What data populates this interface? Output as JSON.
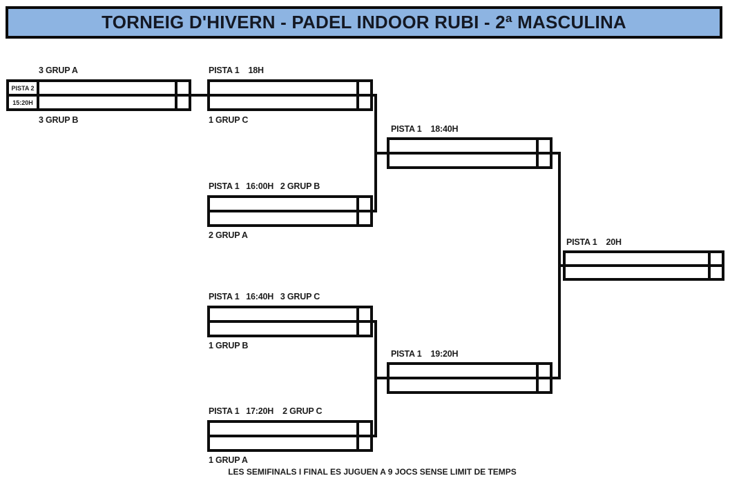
{
  "title": "TORNEIG D'HIVERN - PADEL INDOOR RUBI - 2ª MASCULINA",
  "footnote": "LES SEMIFINALS I FINAL ES JUGUEN A 9 JOCS SENSE LIMIT DE TEMPS",
  "colors": {
    "title_background": "#8DB4E2",
    "title_text": "#141823",
    "bracket_line": "#0D0D0D",
    "label_text": "#1C1C1C",
    "page_background": "#FFFFFF"
  },
  "bracket": {
    "matches": [
      {
        "court": "PISTA 2",
        "time": "15:20H",
        "label_top": "3 GRUP A",
        "label_bottom": "3 GRUP B",
        "team_top": "",
        "team_bottom": "",
        "score_top": "",
        "score_bottom": ""
      },
      {
        "label_top": "PISTA 1    18H",
        "label_bottom": "1 GRUP C",
        "team_top": "",
        "team_bottom": "",
        "score_top": "",
        "score_bottom": ""
      },
      {
        "label_top": "PISTA 1    18:40H",
        "team_top": "",
        "team_bottom": "",
        "score_top": "",
        "score_bottom": ""
      },
      {
        "label_top": "PISTA 1   16:00H   2 GRUP B",
        "label_bottom": "2 GRUP A",
        "team_top": "",
        "team_bottom": "",
        "score_top": "",
        "score_bottom": ""
      },
      {
        "label_top": "PISTA 1    20H",
        "team_top": "",
        "team_bottom": "",
        "score_top": "",
        "score_bottom": ""
      },
      {
        "label_top": "PISTA 1   16:40H   3 GRUP C",
        "label_bottom": "1 GRUP B",
        "team_top": "",
        "team_bottom": "",
        "score_top": "",
        "score_bottom": ""
      },
      {
        "label_top": "PISTA 1    19:20H",
        "team_top": "",
        "team_bottom": "",
        "score_top": "",
        "score_bottom": ""
      },
      {
        "label_top": "PISTA 1   17:20H    2 GRUP C",
        "label_bottom": "1 GRUP A",
        "team_top": "",
        "team_bottom": "",
        "score_top": "",
        "score_bottom": ""
      }
    ]
  }
}
